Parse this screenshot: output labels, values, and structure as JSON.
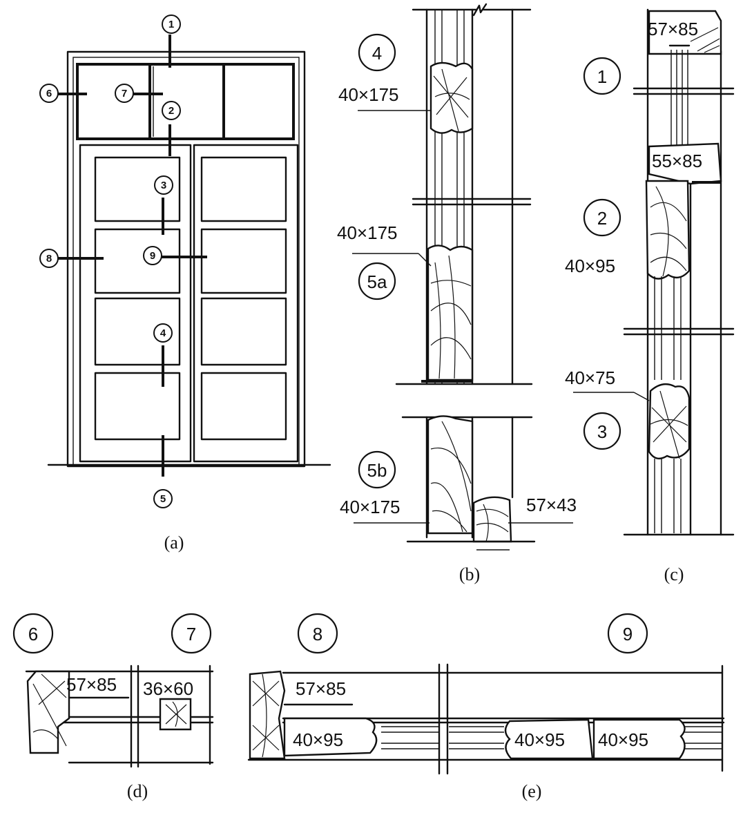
{
  "captions": {
    "a": "(a)",
    "b": "(b)",
    "c": "(c)",
    "d": "(d)",
    "e": "(e)"
  },
  "elevation_markers": {
    "m1": "1",
    "m2": "2",
    "m3": "3",
    "m4": "4",
    "m5": "5",
    "m6": "6",
    "m7": "7",
    "m8": "8",
    "m9": "9"
  },
  "section_b": {
    "marker_4": "4",
    "dim_top": "40×175",
    "marker_5a": "5a",
    "dim_mid": "40×175",
    "marker_5b": "5b",
    "dim_bottom": "40×175",
    "dim_sill": "57×43"
  },
  "section_c": {
    "dim_head": "57×85",
    "marker_1": "1",
    "dim_transom": "55×85",
    "marker_2": "2",
    "dim_rail": "40×95",
    "dim_lock": "40×75",
    "marker_3": "3"
  },
  "section_d": {
    "marker_6": "6",
    "marker_7": "7",
    "dim_jamb": "57×85",
    "dim_mullion": "36×60"
  },
  "section_e": {
    "marker_8": "8",
    "marker_9": "9",
    "dim_jamb": "57×85",
    "dim_stile_1": "40×95",
    "dim_stile_2": "40×95",
    "dim_stile_3": "40×95"
  }
}
